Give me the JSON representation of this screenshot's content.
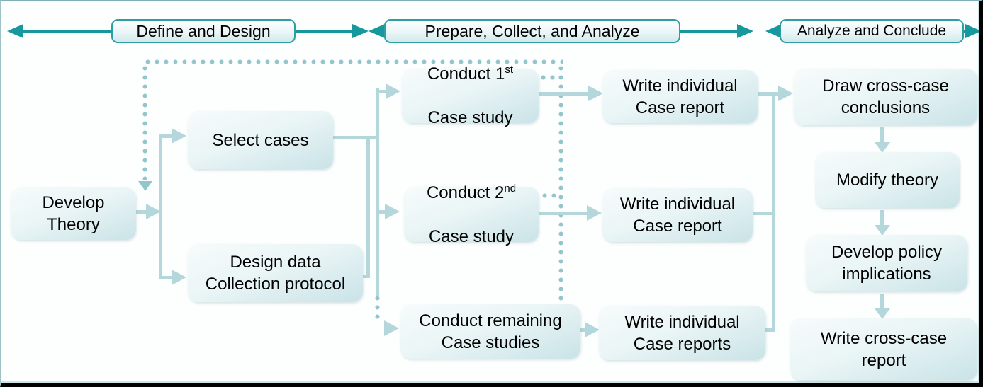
{
  "style": {
    "accent_dark_teal": "#17989d",
    "connector_light_teal": "#b4d7db",
    "dotted_feedback": "#93c6cc",
    "phase_border": "#2d9fa4",
    "node_fill_top": "#f7fbfb",
    "node_fill_bottom": "#c9e3e7",
    "text_color": "#000000",
    "frame_border": "#000000"
  },
  "phases": [
    {
      "label": "Define and Design"
    },
    {
      "label": "Prepare, Collect, and Analyze"
    },
    {
      "label": "Analyze and Conclude"
    }
  ],
  "nodes": {
    "develop_theory": {
      "label": "Develop\nTheory"
    },
    "select_cases": {
      "label": "Select cases"
    },
    "design_protocol": {
      "label": "Design data\nCollection protocol"
    },
    "conduct_1": {
      "line1": "Conduct 1",
      "sup": "st",
      "line2": "Case study"
    },
    "conduct_2": {
      "line1": "Conduct 2",
      "sup": "nd",
      "line2": "Case study"
    },
    "conduct_remaining": {
      "label": "Conduct remaining\nCase studies"
    },
    "report_1": {
      "label": "Write individual\nCase report"
    },
    "report_2": {
      "label": "Write individual\nCase report"
    },
    "report_3": {
      "label": "Write individual\nCase reports"
    },
    "draw_conclusions": {
      "label": "Draw cross-case\nconclusions"
    },
    "modify_theory": {
      "label": "Modify theory"
    },
    "policy_implications": {
      "label": "Develop policy\nimplications"
    },
    "cross_case_report": {
      "label": "Write cross-case\nreport"
    }
  }
}
